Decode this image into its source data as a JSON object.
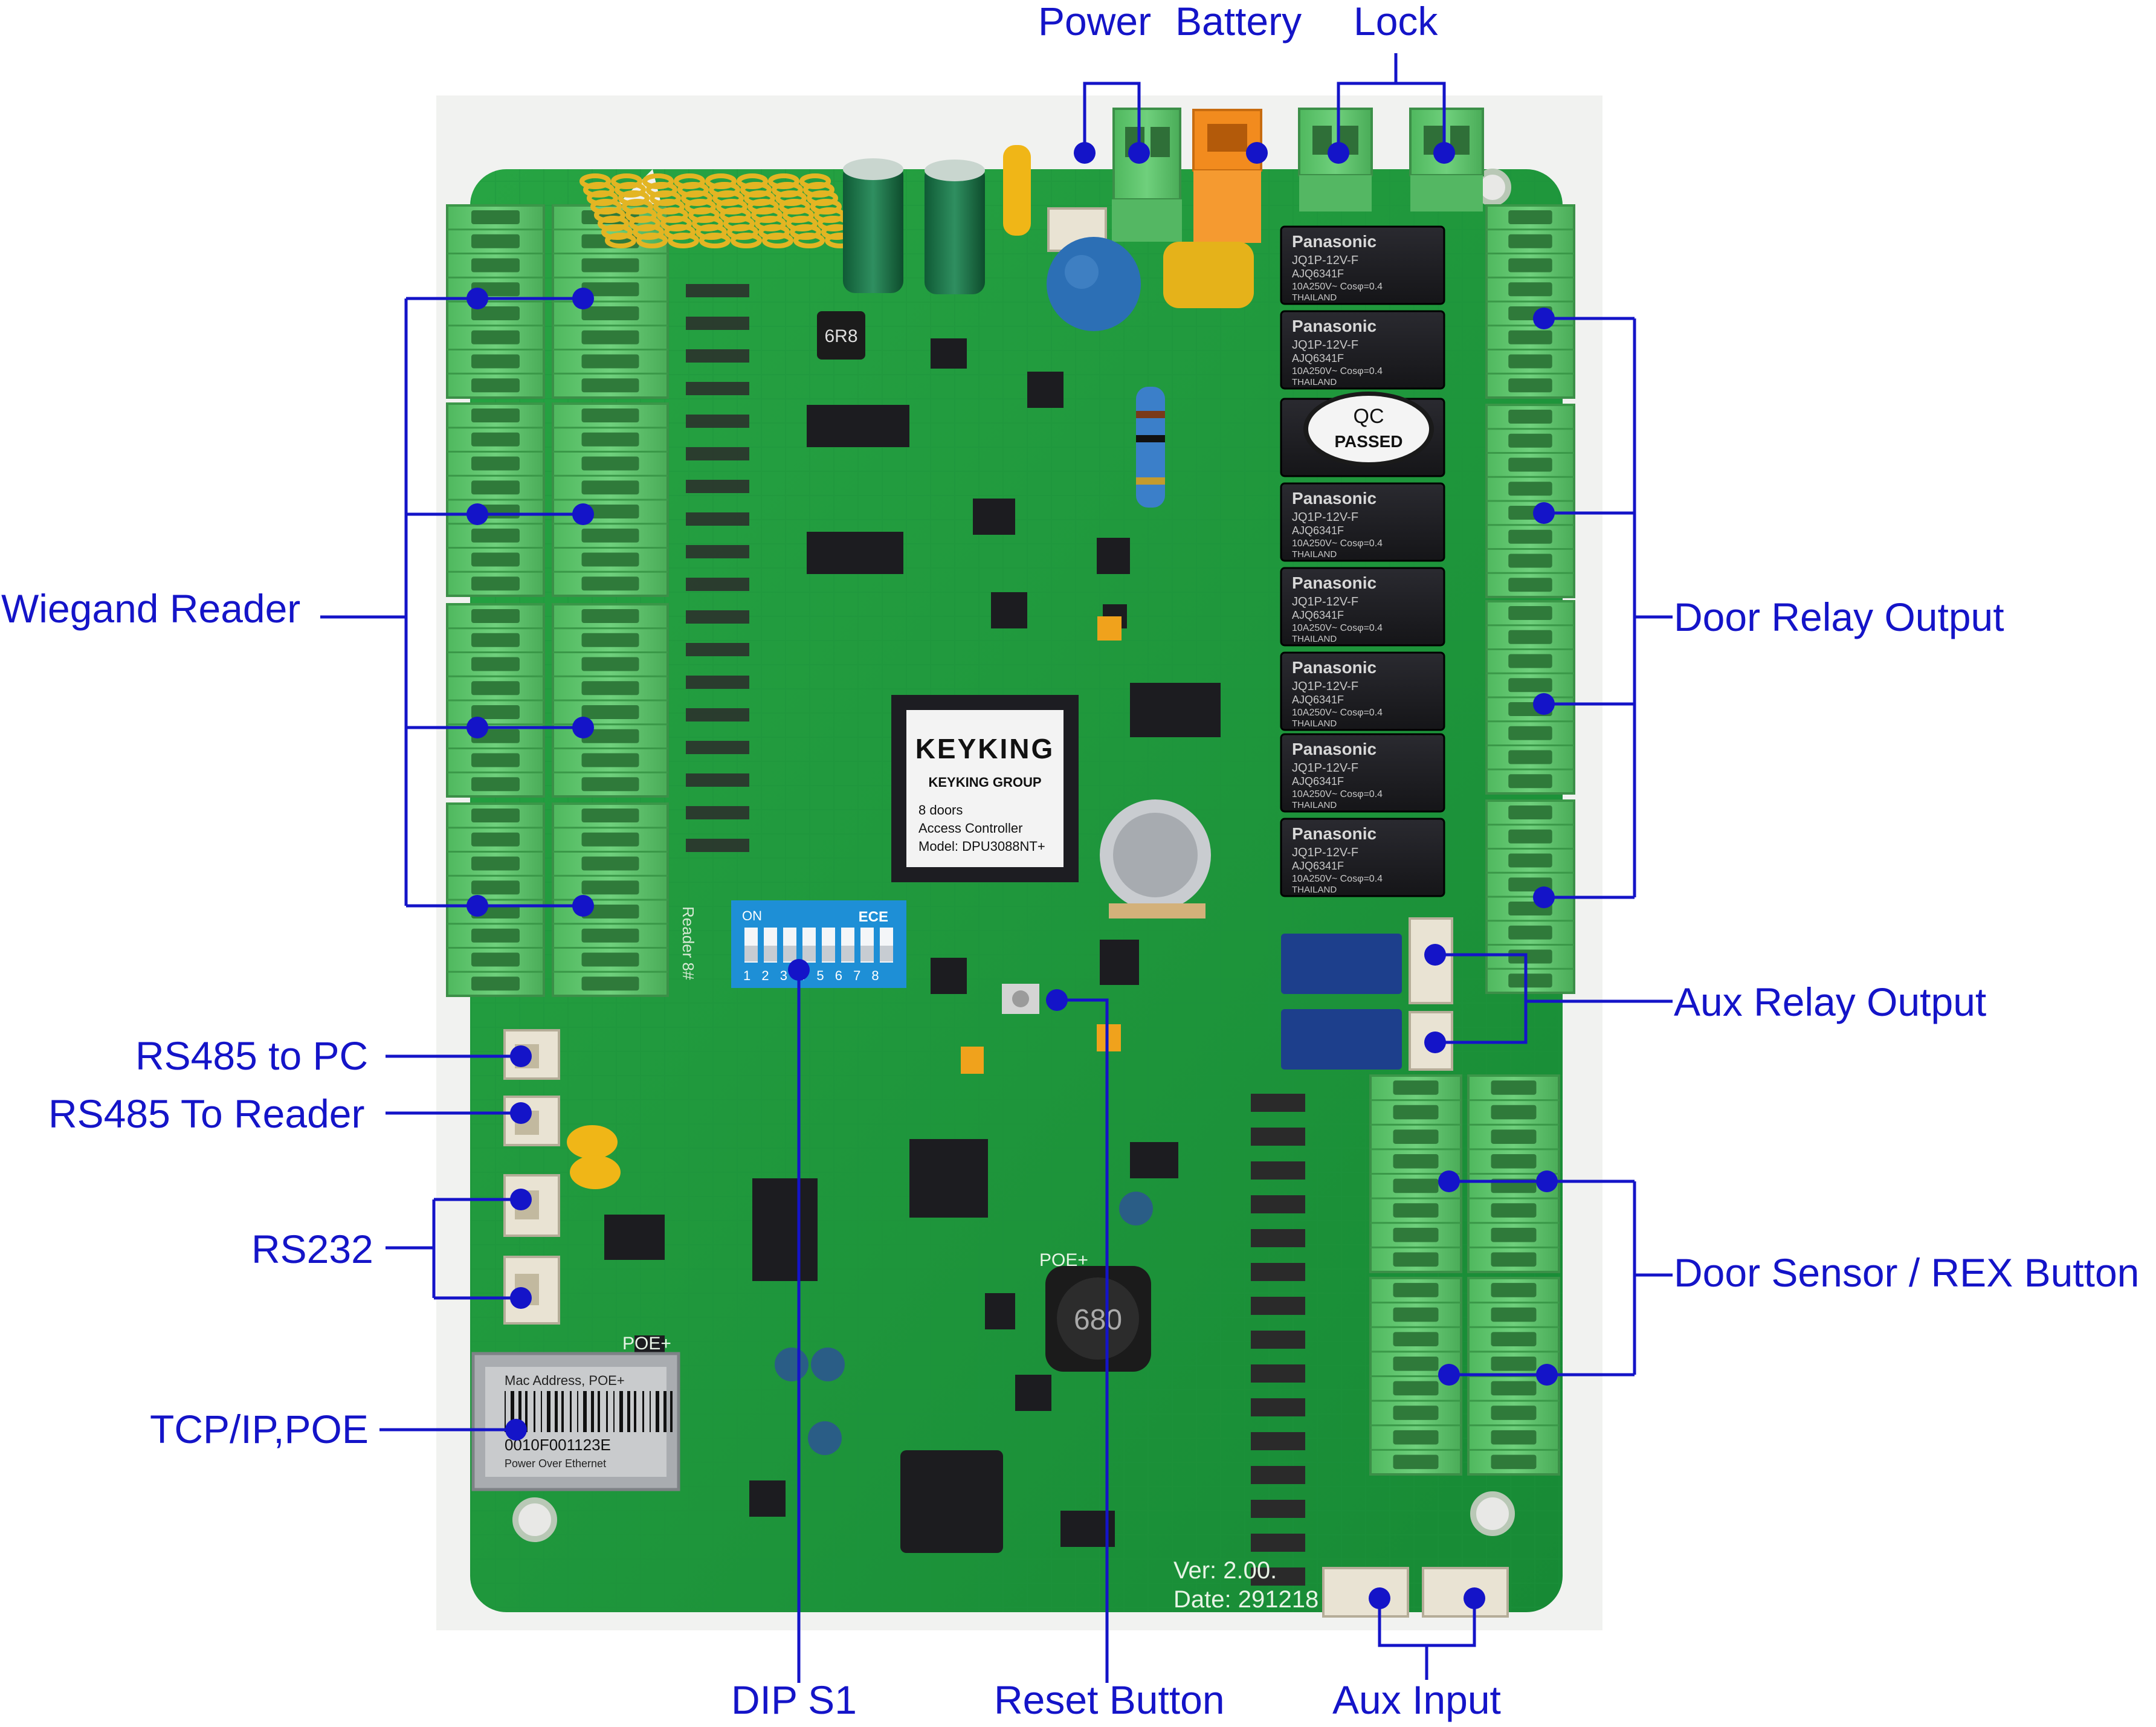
{
  "labels": {
    "power": "Power",
    "battery": "Battery",
    "lock": "Lock",
    "wiegand_reader": "Wiegand Reader",
    "door_relay_output": "Door Relay Output",
    "aux_relay_output": "Aux Relay Output",
    "rs485_pc": "RS485 to PC",
    "rs485_reader": "RS485 To Reader",
    "rs232": "RS232",
    "tcpip_poe": "TCP/IP,POE",
    "door_sensor_rex": "Door Sensor / REX Button",
    "dip_s1": "DIP S1",
    "reset_button": "Reset Button",
    "aux_input": "Aux Input"
  },
  "chip": {
    "brand": "KEYKING",
    "group": "KEYKING GROUP",
    "doors": "8 doors",
    "desc": "Access Controller",
    "model": "Model: DPU3088NT+"
  },
  "relay": {
    "brand": "Panasonic",
    "part": "JQ1P-12V-F",
    "part2": "AJQ6341F",
    "spec": "10A250V~ Cosφ=0.4",
    "origin": "THAILAND"
  },
  "qc": {
    "top": "QC",
    "bottom": "PASSED"
  },
  "ethernet": {
    "mac_label": "Mac Address, POE+",
    "mac": "0010F001123E",
    "desc": "Power Over Ethernet",
    "poe_mark": "POE+"
  },
  "board": {
    "version": "Ver: 2.00.",
    "date": "Date: 291218",
    "dip_on": "ON",
    "dip_brand": "ECE",
    "dip_numbers": "1 2 3 4 5 6 7 8",
    "reader_silk": "Reader 8#",
    "inductor": "680",
    "inductor_small": "6R8",
    "poe_silk": "POE+"
  },
  "colors": {
    "label_blue": "#1414c8",
    "pcb_green": "#1f9a3c",
    "terminal_green": "#5cc46a",
    "relay_black": "#1b1b1f",
    "battery_orange": "#f28b1e",
    "dip_blue": "#1e8fd6"
  }
}
